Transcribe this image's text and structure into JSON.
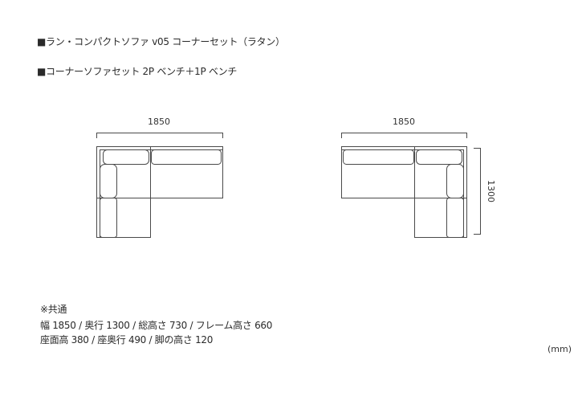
{
  "header": {
    "product_title": "■ラン・コンパクトソファ v05 コーナーセット（ラタン）",
    "set_title": "■コーナーソファセット 2P ベンチ＋1P ベンチ"
  },
  "diagrams": [
    {
      "name": "left-corner-layout",
      "width_label": "1850"
    },
    {
      "name": "right-corner-layout",
      "width_label": "1850",
      "depth_label": "1300"
    }
  ],
  "specs": {
    "heading": "※共通",
    "line1": "幅 1850 / 奥行 1300 / 総高さ 730 / フレーム高さ 660",
    "line2": "座面高 380 / 座奥行 490 / 脚の高さ 120"
  },
  "unit_label": "(mm)",
  "colors": {
    "line": "#444444",
    "text": "#2a2a2a",
    "background": "#ffffff"
  }
}
